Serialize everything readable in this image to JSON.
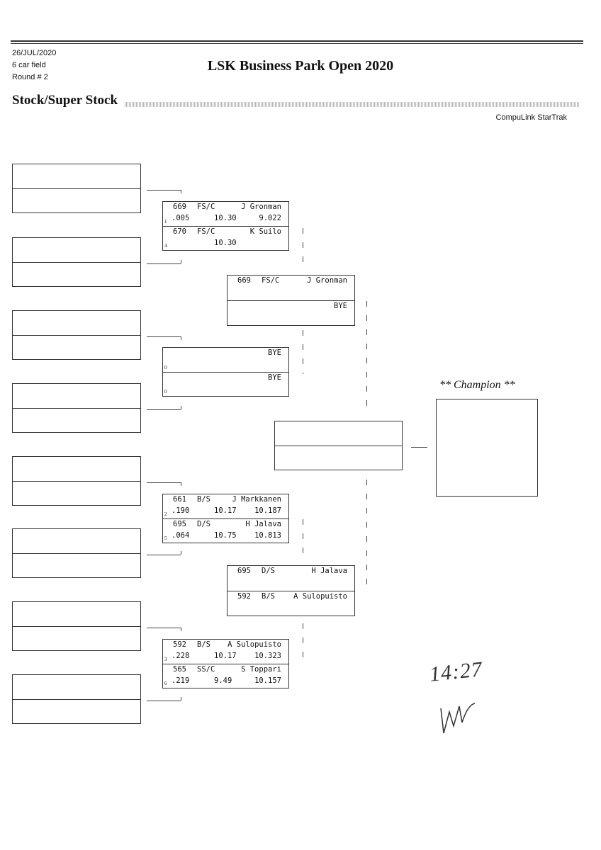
{
  "header": {
    "date": "26/JUL/2020",
    "field": "6 car field",
    "round": "Round # 2",
    "title": "LSK Business Park Open 2020",
    "class": "Stock/Super Stock",
    "software": "CompuLink StarTrak"
  },
  "round1": [
    {
      "top": {
        "car": "669",
        "cls": "FS/C",
        "driver": "J Gronman",
        "lane": "1",
        "rt": ".005",
        "dial": "10.30",
        "et": "9.022"
      },
      "bottom": {
        "car": "670",
        "cls": "FS/C",
        "driver": "K Suilo",
        "lane": "4",
        "rt": "",
        "dial": "10.30",
        "et": ""
      }
    },
    {
      "top": {
        "car": "",
        "cls": "",
        "driver": "BYE",
        "lane": "0",
        "rt": "",
        "dial": "",
        "et": ""
      },
      "bottom": {
        "car": "",
        "cls": "",
        "driver": "BYE",
        "lane": "0",
        "rt": "",
        "dial": "",
        "et": ""
      }
    },
    {
      "top": {
        "car": "661",
        "cls": "B/S",
        "driver": "J Markkanen",
        "lane": "2",
        "rt": ".190",
        "dial": "10.17",
        "et": "10.187"
      },
      "bottom": {
        "car": "695",
        "cls": "D/S",
        "driver": "H Jalava",
        "lane": "5",
        "rt": ".064",
        "dial": "10.75",
        "et": "10.813"
      }
    },
    {
      "top": {
        "car": "592",
        "cls": "B/S",
        "driver": "A Sulopuisto",
        "lane": "3",
        "rt": ".228",
        "dial": "10.17",
        "et": "10.323"
      },
      "bottom": {
        "car": "565",
        "cls": "SS/C",
        "driver": "S Toppari",
        "lane": "6",
        "rt": ".219",
        "dial": "9.49",
        "et": "10.157"
      }
    }
  ],
  "round2": [
    {
      "top": {
        "car": "669",
        "cls": "FS/C",
        "driver": "J Gronman"
      },
      "bottom": {
        "car": "",
        "cls": "",
        "driver": "BYE"
      }
    },
    {
      "top": {
        "car": "695",
        "cls": "D/S",
        "driver": "H Jalava"
      },
      "bottom": {
        "car": "592",
        "cls": "B/S",
        "driver": "A Sulopuisto"
      }
    }
  ],
  "champion_label": "** Champion **",
  "handwritten": {
    "time": "14:27",
    "initials": "signature"
  }
}
